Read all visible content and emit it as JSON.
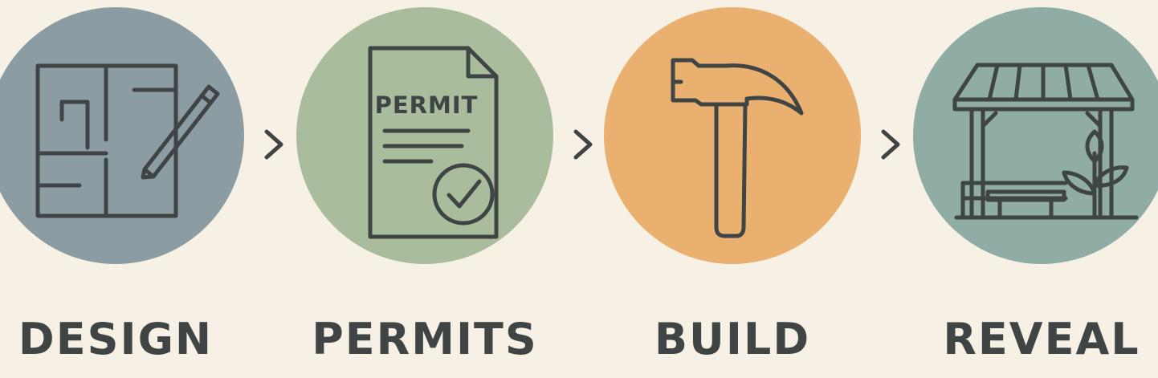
{
  "steps": [
    {
      "label": "DESIGN",
      "icon": "floor-plan-pencil-icon",
      "color": "#8c9ca3"
    },
    {
      "label": "PERMITS",
      "icon": "permit-document-icon",
      "color": "#a9bc9c",
      "document_text": "PERMIT"
    },
    {
      "label": "BUILD",
      "icon": "hammer-icon",
      "color": "#e9b06f"
    },
    {
      "label": "REVEAL",
      "icon": "pergola-icon",
      "color": "#8fada5"
    }
  ],
  "separator_icon": "chevron-right-icon",
  "colors": {
    "background": "#f7f1e5",
    "stroke": "#3f4444",
    "text": "#3f4444"
  }
}
